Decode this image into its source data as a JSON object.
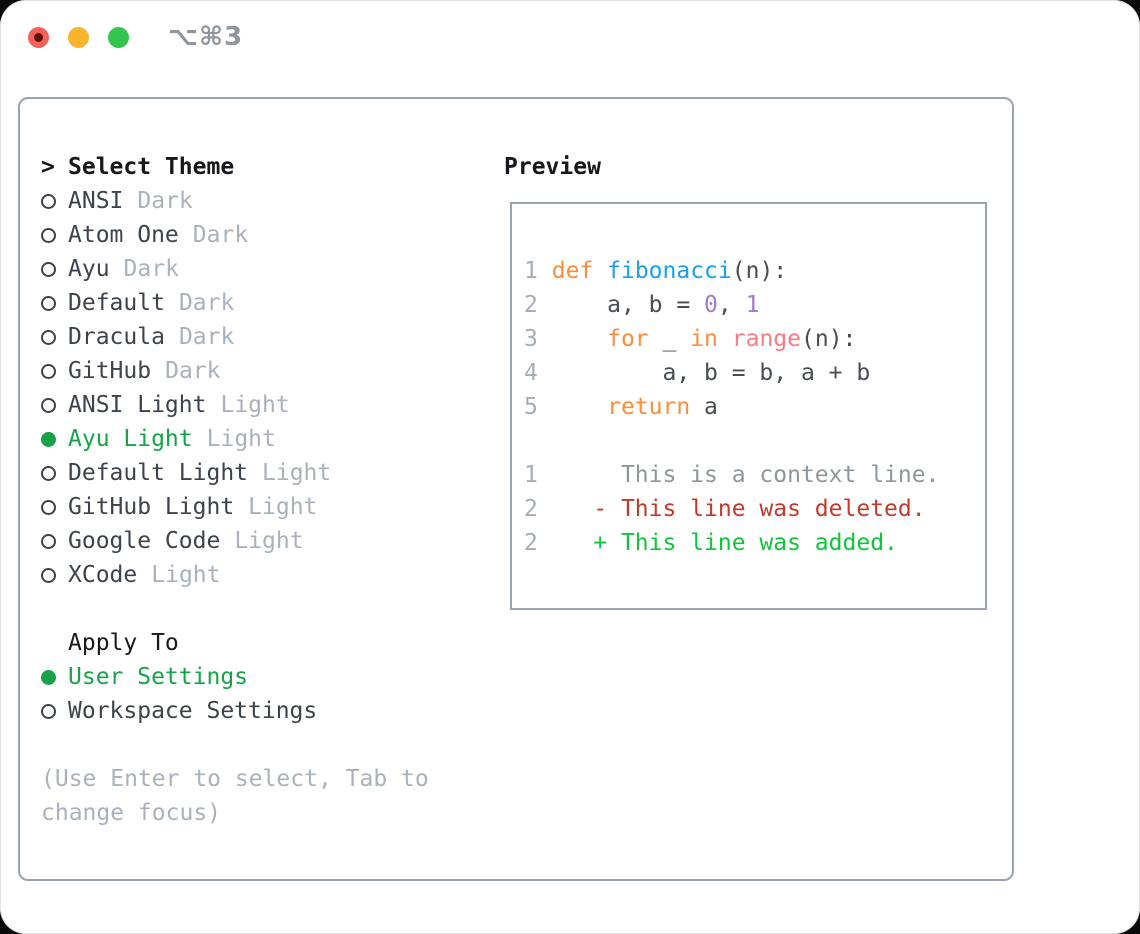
{
  "titlebar": {
    "title": "⌥⌘3",
    "lights": {
      "red": "#f6615a",
      "red_dot": "#5e130b",
      "yellow": "#f9b42d",
      "green": "#32c74c"
    }
  },
  "panel": {
    "theme_header": {
      "prompt": ">",
      "label": "Select Theme"
    },
    "themes": [
      {
        "name": "ANSI",
        "tag": "Dark",
        "selected": false
      },
      {
        "name": "Atom One",
        "tag": "Dark",
        "selected": false
      },
      {
        "name": "Ayu",
        "tag": "Dark",
        "selected": false
      },
      {
        "name": "Default",
        "tag": "Dark",
        "selected": false
      },
      {
        "name": "Dracula",
        "tag": "Dark",
        "selected": false
      },
      {
        "name": "GitHub",
        "tag": "Dark",
        "selected": false
      },
      {
        "name": "ANSI Light",
        "tag": "Light",
        "selected": false
      },
      {
        "name": "Ayu Light",
        "tag": "Light",
        "selected": true
      },
      {
        "name": "Default Light",
        "tag": "Light",
        "selected": false
      },
      {
        "name": "GitHub Light",
        "tag": "Light",
        "selected": false
      },
      {
        "name": "Google Code",
        "tag": "Light",
        "selected": false
      },
      {
        "name": "XCode",
        "tag": "Light",
        "selected": false
      }
    ],
    "apply_header": "Apply To",
    "apply_options": [
      {
        "name": "User Settings",
        "selected": true
      },
      {
        "name": "Workspace Settings",
        "selected": false
      }
    ],
    "footer_lines": [
      "(Use Enter to select, Tab to",
      "change focus)"
    ]
  },
  "preview": {
    "label": "Preview",
    "code_lines": [
      [
        {
          "c": "num",
          "t": "1"
        },
        {
          "c": "plain",
          "t": " "
        },
        {
          "c": "kw",
          "t": "def"
        },
        {
          "c": "plain",
          "t": " "
        },
        {
          "c": "fn",
          "t": "fibonacci"
        },
        {
          "c": "plain",
          "t": "(n):"
        }
      ],
      [
        {
          "c": "num",
          "t": "2"
        },
        {
          "c": "plain",
          "t": "     a, b = "
        },
        {
          "c": "lit",
          "t": "0"
        },
        {
          "c": "plain",
          "t": ", "
        },
        {
          "c": "lit",
          "t": "1"
        }
      ],
      [
        {
          "c": "num",
          "t": "3"
        },
        {
          "c": "plain",
          "t": "     "
        },
        {
          "c": "kw",
          "t": "for"
        },
        {
          "c": "plain",
          "t": " _ "
        },
        {
          "c": "kw",
          "t": "in"
        },
        {
          "c": "plain",
          "t": " "
        },
        {
          "c": "call",
          "t": "range"
        },
        {
          "c": "plain",
          "t": "(n):"
        }
      ],
      [
        {
          "c": "num",
          "t": "4"
        },
        {
          "c": "plain",
          "t": "         a, b = b, a + b"
        }
      ],
      [
        {
          "c": "num",
          "t": "5"
        },
        {
          "c": "plain",
          "t": "     "
        },
        {
          "c": "kw",
          "t": "return"
        },
        {
          "c": "plain",
          "t": " a"
        }
      ],
      [],
      [
        {
          "c": "num",
          "t": "1"
        },
        {
          "c": "ctx",
          "t": "      This is a context line."
        }
      ],
      [
        {
          "c": "num",
          "t": "2"
        },
        {
          "c": "plain",
          "t": "    "
        },
        {
          "c": "del",
          "t": "- This line was deleted."
        }
      ],
      [
        {
          "c": "num",
          "t": "2"
        },
        {
          "c": "plain",
          "t": "    "
        },
        {
          "c": "add",
          "t": "+ This line was added."
        }
      ]
    ]
  },
  "colors": {
    "accent_green": "#16a34a",
    "border_gray": "#9aa3ae",
    "code": {
      "num": "#a4adb6",
      "plain": "#474d55",
      "kw": "#fa8d3e",
      "fn": "#19a0f0",
      "lit": "#a37acc",
      "call": "#f97b83",
      "ctx": "#8e969d",
      "del": "#c23a2a",
      "add": "#10c53a"
    }
  }
}
